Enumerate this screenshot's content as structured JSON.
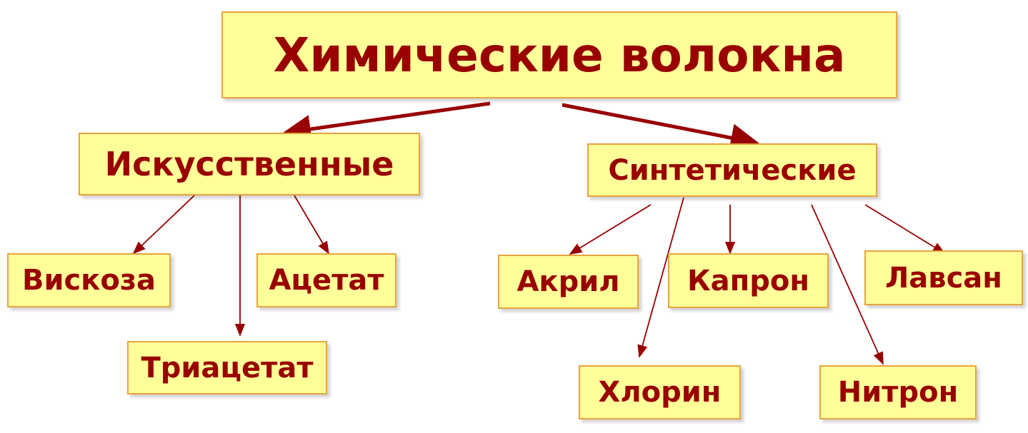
{
  "root": {
    "label": "Химические волокна"
  },
  "categories": [
    {
      "label": "Искусственные",
      "children": [
        "Вискоза",
        "Ацетат",
        "Триацетат"
      ]
    },
    {
      "label": "Синтетические",
      "children": [
        "Акрил",
        "Капрон",
        "Лавсан",
        "Хлорин",
        "Нитрон"
      ]
    }
  ],
  "colors": {
    "box_fill": "#ffff99",
    "box_border": "#e8a33c",
    "text": "#990000",
    "arrows": "#990000"
  }
}
